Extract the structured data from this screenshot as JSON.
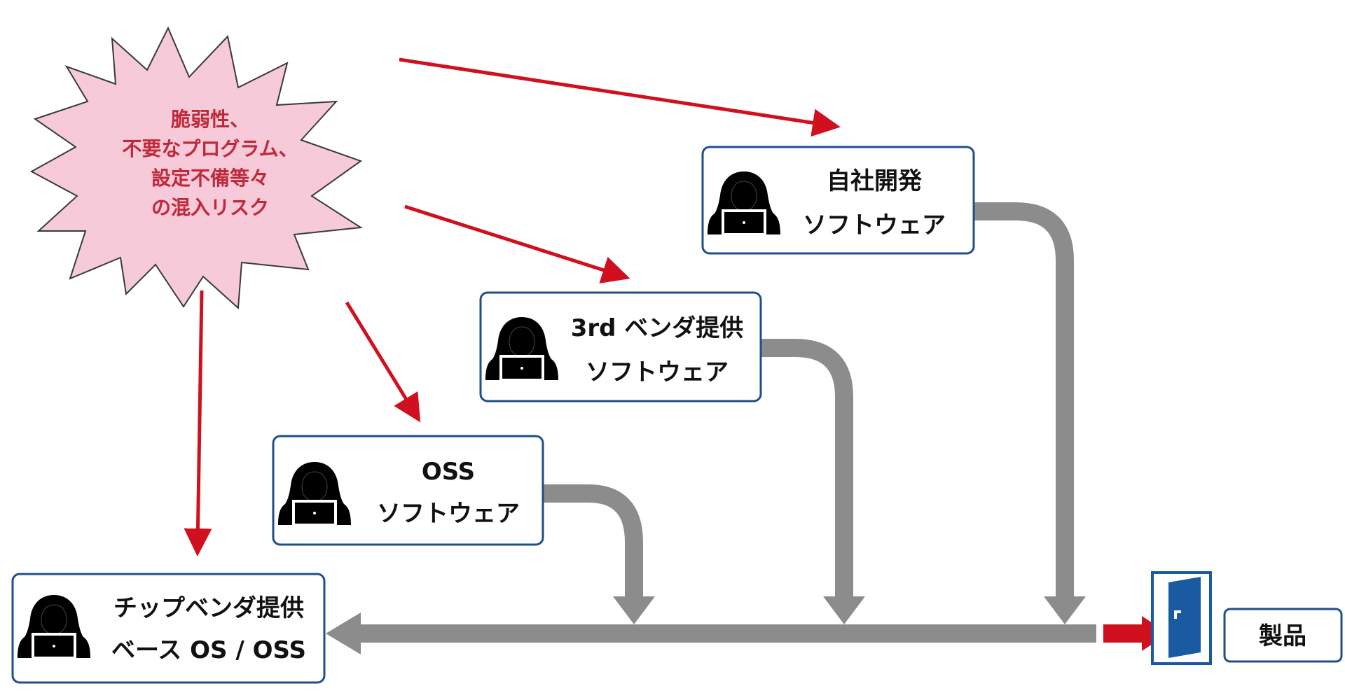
{
  "risk": {
    "lines": [
      "脆弱性、",
      "不要なプログラム、",
      "設定不備等々",
      "の混入リスク"
    ]
  },
  "boxes": {
    "inhouse": {
      "line1": "自社開発",
      "line2": "ソフトウェア"
    },
    "vendor3rd": {
      "line1": "3rd ベンダ提供",
      "line2": "ソフトウェア"
    },
    "oss": {
      "line1": "OSS",
      "line2": "ソフトウェア"
    },
    "chip": {
      "line1": "チップベンダ提供",
      "line2": "ベース OS / OSS"
    },
    "product": {
      "label": "製品"
    }
  },
  "colors": {
    "risk_arrow": "#d0101e",
    "flow_arrow": "#8c8c8c",
    "box_border": "#1f4e8c",
    "burst_fill": "#f6cad9",
    "burst_text": "#c0283a",
    "door": "#1a5aa0"
  },
  "icons": {
    "person": "hooded-hacker-with-laptop-icon",
    "door": "open-door-icon"
  }
}
